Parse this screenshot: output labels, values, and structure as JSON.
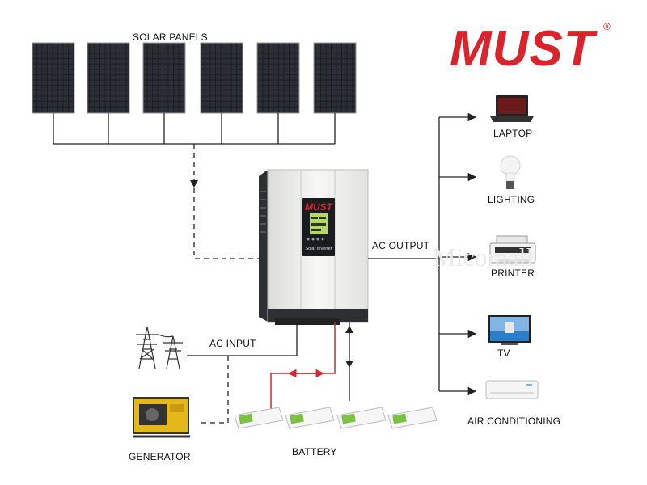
{
  "colors": {
    "brand": "#d8242a",
    "line": "#222222",
    "battery_link": "#d8242a",
    "panel": "#1d1f24",
    "inverter_body": "#f1f1ef",
    "battery_green": "#7cc242"
  },
  "logo": {
    "text": "MUST",
    "registered": "®"
  },
  "labels": {
    "solar_panels": "SOLAR PANELS",
    "ac_output": "AC OUTPUT",
    "ac_input": "AC INPUT",
    "generator": "GENERATOR",
    "battery": "BATTERY"
  },
  "inverter": {
    "brand": "MUST",
    "model": "Solar Inverter"
  },
  "loads": [
    {
      "label": "LAPTOP",
      "icon": "laptop-icon"
    },
    {
      "label": "LIGHTING",
      "icon": "lightbulb-icon"
    },
    {
      "label": "PRINTER",
      "icon": "printer-icon"
    },
    {
      "label": "TV",
      "icon": "tv-icon"
    },
    {
      "label": "AIR CONDITIONING",
      "icon": "air-conditioner-icon"
    }
  ],
  "watermark": "Micomall"
}
